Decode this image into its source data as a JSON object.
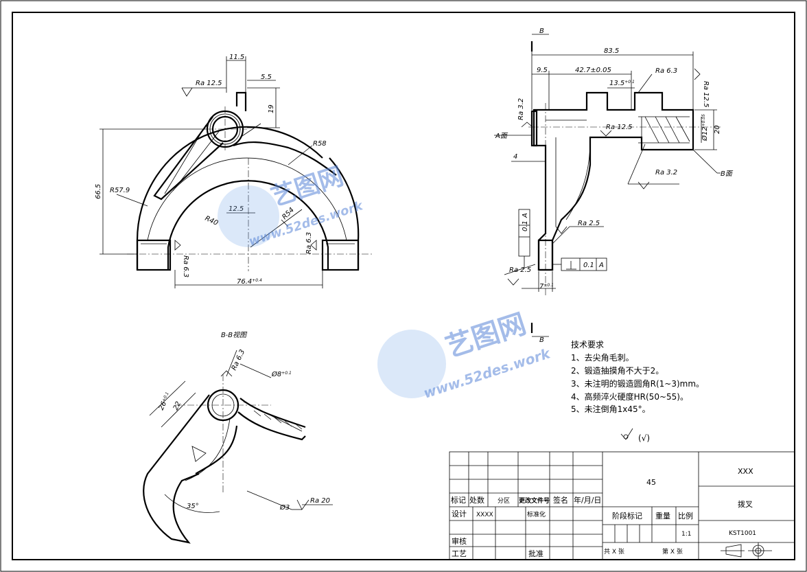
{
  "view_title": "B-B视图",
  "section_mark": "B",
  "front_view": {
    "dim_top_width": "11.5",
    "dim_lug_offset": "5.5",
    "dim_lug_height": "19",
    "dim_overall_height": "66.5",
    "radius_outer_left": "R57.9",
    "radius_outer": "R58",
    "radius_inner": "R40",
    "radius_inner2": "R54",
    "dim_center_width": "12.5",
    "dim_bottom_width": "76.4",
    "dim_bottom_tol": "+0.4",
    "ra_lug": "Ra 12.5",
    "ra_left_pad": "Ra 6.3",
    "ra_right_pad": "Ra 6.3"
  },
  "side_view": {
    "dim_overall": "83.5",
    "dim_left": "9.5",
    "dim_center": "42.7±0.05",
    "dim_slot": "13.5",
    "dim_slot_tol": "+0.1",
    "dim_height": "20",
    "dim_bore": "Ø12",
    "dim_bore_tol": "+0.05",
    "dim_web": "4",
    "dim_foot": "7",
    "dim_foot_tol": "±0.1",
    "ra_top": "Ra 6.3",
    "ra_right": "Ra 12.5",
    "ra_face": "Ra 3.2",
    "ra_slot": "Ra 12.5",
    "ra_bore": "Ra 3.2",
    "ra_web": "Ra 2.5",
    "ra_foot": "Ra 2.5",
    "face_a": "A面",
    "face_b": "B面",
    "tol_value_1": "0.1",
    "tol_datum_1": "A",
    "tol_value_2": "0.1",
    "tol_datum_2": "A"
  },
  "section_view": {
    "ra_top": "Ra 6.3",
    "dim_dia": "Ø8",
    "dim_dia_tol": "+0.1",
    "dim_outer": "26",
    "dim_outer_tol": "+0.1",
    "dim_inner": "22",
    "dim_angle": "35°",
    "dim_small_hole": "Ø3",
    "ra_bottom": "Ra 20"
  },
  "notes": {
    "heading": "技术要求",
    "items": [
      "1、去尖角毛刺。",
      "2、锻造抽摸角不大于2。",
      "3、未注明的锻造圆角R(1~3)mm。",
      "4、高频淬火硬度HR(50~55)。",
      "5、未注倒角1x45°。"
    ],
    "general_roughness": "(√)"
  },
  "title_block": {
    "material": "45",
    "company": "XXX",
    "part_name": "拨叉",
    "drawing_no": "KST1001",
    "row_labels": [
      "标记",
      "处数",
      "分区",
      "更改文件号",
      "签名",
      "年/月/日"
    ],
    "design_label": "设计",
    "designer": "XXXX",
    "standardize_label": "标准化",
    "review_label": "审核",
    "process_label": "工艺",
    "approve_label": "批准",
    "stage_label": "阶段标记",
    "weight_label": "重量",
    "scale_label": "比例",
    "scale_value": "1:1",
    "total_sheets": "共 X 张",
    "sheet_no": "第 X 张"
  },
  "watermark": {
    "brand": "艺图网",
    "url": "www.52des.work"
  }
}
